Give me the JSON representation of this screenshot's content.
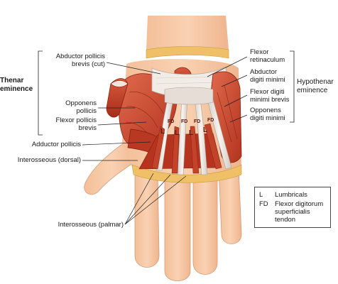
{
  "labels": {
    "abductor_pollicis_brevis": "Abductor pollicis\nbrevis (cut)",
    "opponens_pollicis": "Opponens\npollicis",
    "flexor_pollicis_brevis": "Flexor pollicis\nbrevis",
    "adductor_pollicis": "Adductor pollicis",
    "interosseous_dorsal": "Interosseous (dorsal)",
    "interosseous_palmar": "Interosseous (palmar)",
    "flexor_retinaculum": "Flexor\nretinaculum",
    "abductor_digiti_minimi": "Abductor\ndigiti minimi",
    "flexor_digiti_minimi_brevis": "Flexor digiti\nminimi brevis",
    "opponens_digiti_minimi": "Opponens\ndigiti minimi"
  },
  "groups": {
    "thenar": "Thenar\neminence",
    "hypothenar": "Hypothenar\neminence"
  },
  "marks": {
    "l1": "L",
    "l2": "L",
    "l3": "L",
    "l4": "L",
    "fd1": "FD",
    "fd2": "FD",
    "fd3": "FD",
    "fd4": "FD"
  },
  "legend": {
    "l_key": "L",
    "l_text": "Lumbricals",
    "fd_key": "FD",
    "fd_text": "Flexor digitorum\nsuperficialis tendon"
  },
  "colors": {
    "skin": "#f6c9a6",
    "skin_shade": "#eab08a",
    "muscle": "#c8402a",
    "muscle_dark": "#9c2716",
    "tendon": "#ece6df",
    "fat": "#f0c060",
    "leader": "#222222"
  }
}
